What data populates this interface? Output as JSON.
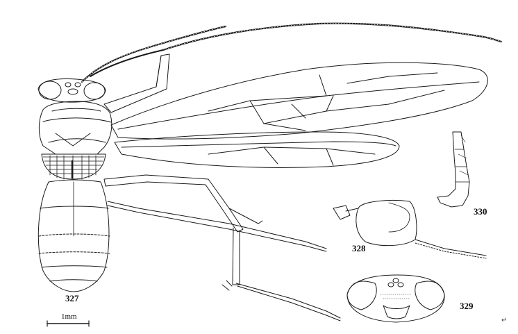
{
  "figure_labels": {
    "habitus": "327",
    "head_lateral": "328",
    "head_frontal": "329",
    "tarsus_detail": "330"
  },
  "scale_bar": {
    "label": "1mm"
  },
  "corner_mark": "↵",
  "colors": {
    "ink": "#1a1a1a",
    "paper": "#ffffff"
  }
}
